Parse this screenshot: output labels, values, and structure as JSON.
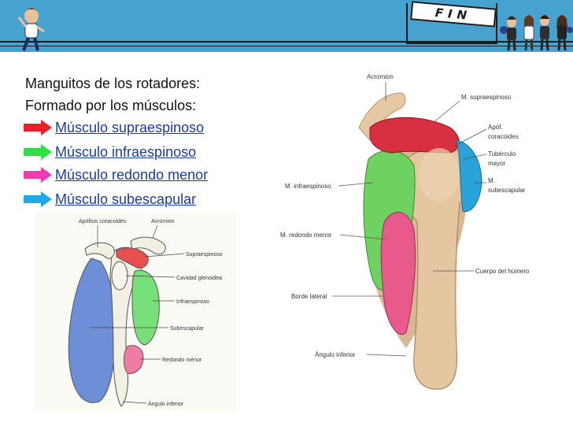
{
  "header": {
    "fin_label": "FIN"
  },
  "content": {
    "title_line1": "Manguitos de los rotadores:",
    "title_line2": "Formado por los músculos:",
    "links": [
      {
        "label": "Músculo supraespinoso",
        "arrow_color": "#e8202a"
      },
      {
        "label": "Músculo infraespinoso",
        "arrow_color": "#33dd44"
      },
      {
        "label": "Músculo redondo menor",
        "arrow_color": "#f03cb4"
      },
      {
        "label": "Músculo subescapular",
        "arrow_color": "#22a8e8"
      }
    ]
  },
  "left_diagram": {
    "labels": {
      "apofisis": "Apófisis coracoides",
      "acromion": "Acromion",
      "supraespinoso": "Supraespinoso",
      "cavidad": "Cavidad glenoidea",
      "infraespinoso": "Infraespinoso",
      "subescapular": "Subescapular",
      "redondo": "Redondo menor",
      "angulo": "Ángulo inferior"
    }
  },
  "right_diagram": {
    "labels": {
      "acromion": "Acromion",
      "supraespinoso": "M. supraespinoso",
      "apof1": "Apóf.",
      "apof2": "coracoides",
      "tuberculo1": "Tubérculo",
      "tuberculo2": "mayor",
      "msub1": "M.",
      "msub2": "subescapular",
      "infraespinoso": "M. infraespinoso",
      "redondo": "M. redondo menor",
      "cuerpo": "Cuerpo del húmero",
      "borde": "Borde lateral",
      "angulo": "Ángulo inferior"
    }
  },
  "colors": {
    "header_bg": "#46a3cf",
    "link": "#1a3c9c"
  }
}
